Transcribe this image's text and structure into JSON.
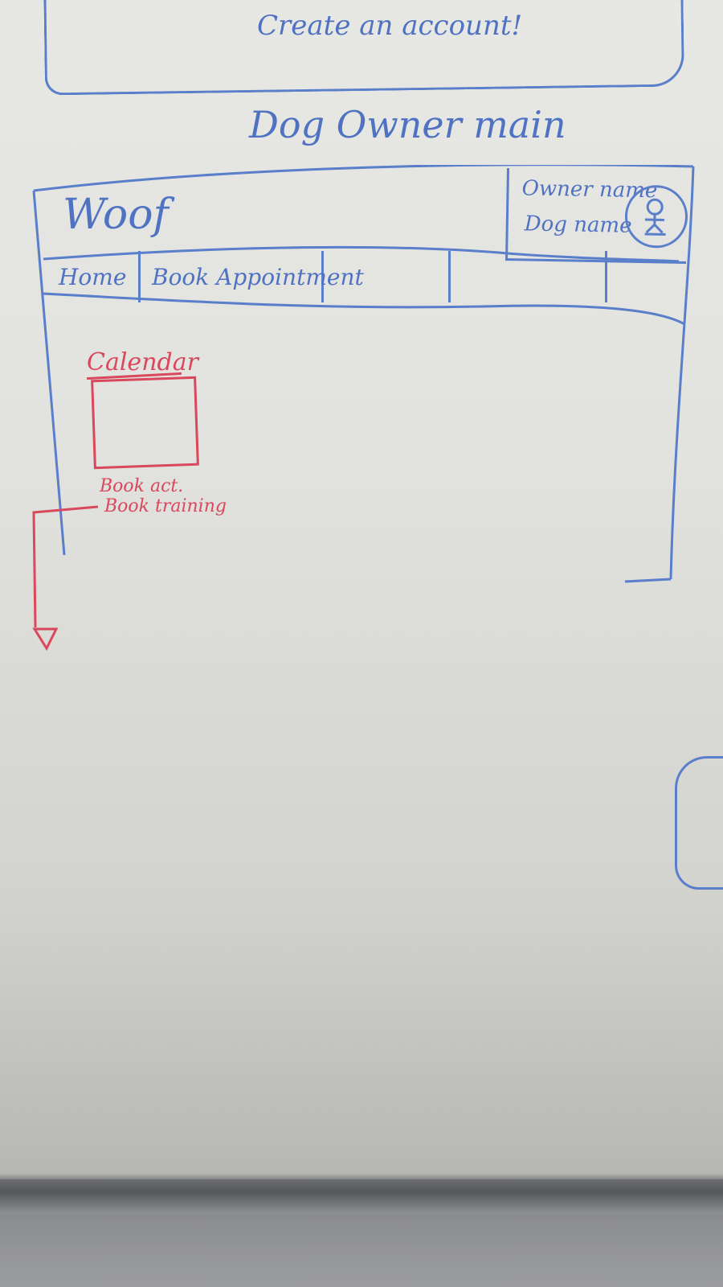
{
  "previous_screen": {
    "cta_text": "Create an account!"
  },
  "section_title": "Dog Owner main",
  "header": {
    "logo": "Woof",
    "owner_name": "Owner name",
    "owner_sub": "Dog name"
  },
  "nav": {
    "tabs": [
      "Home",
      "Book Appointment",
      "",
      ""
    ]
  },
  "annotation": {
    "calendar_label": "Calendar",
    "book_act": "Book act.",
    "book_training": "Book training"
  },
  "colors": {
    "marker_blue": "#4f73c2",
    "marker_red": "#d9485c"
  },
  "icons": {
    "avatar": "person-avatar-icon",
    "arrow": "down-arrow-icon"
  }
}
